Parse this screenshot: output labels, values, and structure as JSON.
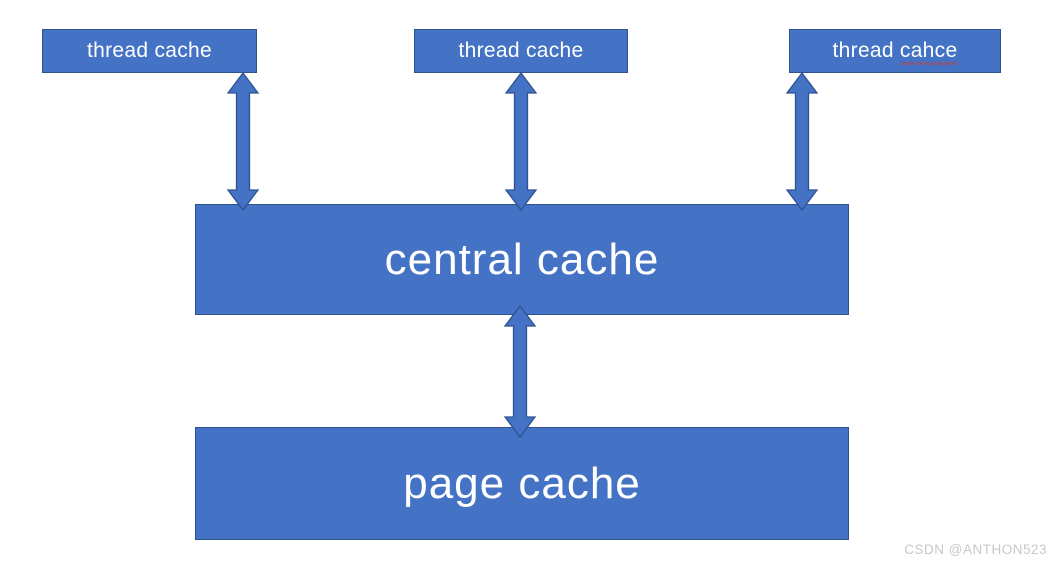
{
  "diagram": {
    "nodes": {
      "thread1": {
        "label": "thread cache"
      },
      "thread2": {
        "label": "thread cache"
      },
      "thread3": {
        "prefix": "thread",
        "misspelled": "cahce"
      },
      "central": {
        "label": "central cache"
      },
      "page": {
        "label": "page cache"
      }
    },
    "edges": [
      {
        "from": "thread cache (left)",
        "to": "central cache",
        "direction": "bidirectional"
      },
      {
        "from": "thread cache (middle)",
        "to": "central cache",
        "direction": "bidirectional"
      },
      {
        "from": "thread cahce (right)",
        "to": "central cache",
        "direction": "bidirectional"
      },
      {
        "from": "central cache",
        "to": "page cache",
        "direction": "bidirectional"
      }
    ],
    "colors": {
      "node_fill": "#4472c4",
      "node_border": "#2f528f",
      "node_text": "#ffffff",
      "misspell_underline": "#cc3a2f",
      "background": "#ffffff"
    }
  },
  "watermark": {
    "text": "CSDN @ANTHON523",
    "color": "#c8c8c8"
  }
}
